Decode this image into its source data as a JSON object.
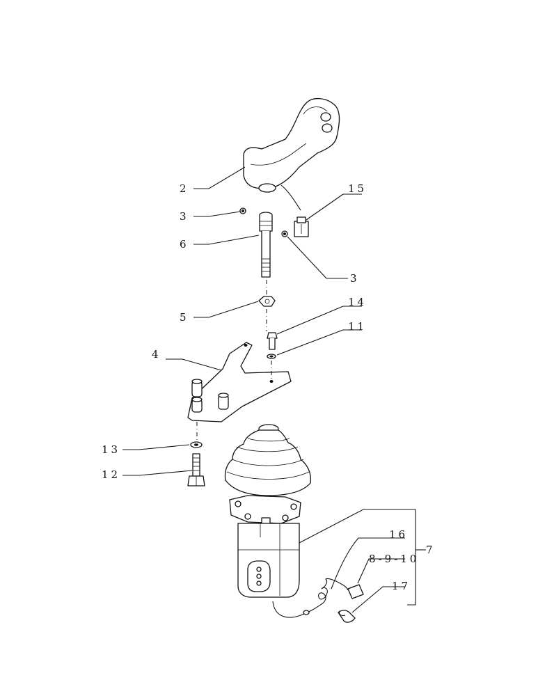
{
  "callouts": {
    "c2": "2",
    "c15": "15",
    "c3a": "3",
    "c6": "6",
    "c3b": "3",
    "c5": "5",
    "c14": "14",
    "c11": "11",
    "c4": "4",
    "c13": "13",
    "c12": "12",
    "c16": "16",
    "c8910": "8-9-10",
    "c7": "7",
    "c17": "17"
  },
  "colors": {
    "ink": "#111111",
    "paper": "#ffffff"
  }
}
